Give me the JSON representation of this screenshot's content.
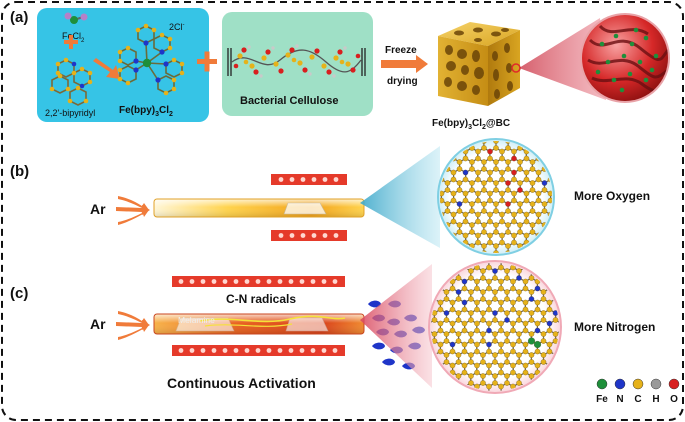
{
  "panels": {
    "a": {
      "label": "(a)",
      "fecl2": "FeCl",
      "fecl2_sub": "2",
      "bipyridyl": "2,2'-bipyridyl",
      "complex_charge": "2Cl",
      "complex_charge_sup": "-",
      "complex_name_main": "Fe(bpy)",
      "complex_name_sub1": "3",
      "complex_name_mid": "Cl",
      "complex_name_sub2": "2",
      "bc_label": "Bacterial Cellulose",
      "arrow_top": "Freeze",
      "arrow_bottom": "drying",
      "product_main": "Fe(bpy)",
      "product_sub1": "3",
      "product_mid": "Cl",
      "product_sub2": "2",
      "product_end": "@BC"
    },
    "b": {
      "label": "(b)",
      "gas": "Ar",
      "result": "More Oxygen"
    },
    "c": {
      "label": "(c)",
      "gas": "Ar",
      "radicals": "C-N radicals",
      "melamine": "Melamine",
      "result": "More Nitrogen",
      "caption": "Continuous Activation"
    }
  },
  "legend": [
    {
      "symbol": "Fe",
      "color": "#1e8f3a"
    },
    {
      "symbol": "N",
      "color": "#1f35c8"
    },
    {
      "symbol": "C",
      "color": "#e6b21a"
    },
    {
      "symbol": "H",
      "color": "#9a9a9a"
    },
    {
      "symbol": "O",
      "color": "#d81f1f"
    }
  ]
}
